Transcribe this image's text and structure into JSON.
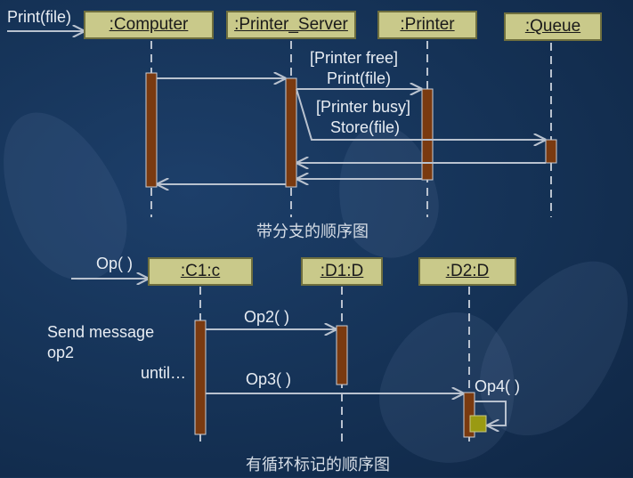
{
  "diagram1": {
    "caption": "带分支的顺序图",
    "incoming_message": "Print(file)",
    "objects": {
      "computer": ":Computer",
      "printer_server": ":Printer_Server",
      "printer": ":Printer",
      "queue": ":Queue"
    },
    "messages": {
      "guard_free": "[Printer free]",
      "print_file": "Print(file)",
      "guard_busy": "[Printer busy]",
      "store_file": "Store(file)"
    }
  },
  "diagram2": {
    "caption": "有循环标记的顺序图",
    "incoming_message": "Op( )",
    "objects": {
      "c1": ":C1:c",
      "d1": ":D1:D",
      "d2": ":D2:D"
    },
    "messages": {
      "op2": "Op2( )",
      "op3": "Op3( )",
      "op4": "Op4( )"
    },
    "loop_note_line1": "Send message",
    "loop_note_line2": "op2",
    "loop_note_until": "until…"
  },
  "colors": {
    "background": "#163459",
    "object_fill": "#c9c98a",
    "activation": "#7a3a10",
    "line": "#b9c2cf",
    "loop_marker": "#9a9a12"
  }
}
